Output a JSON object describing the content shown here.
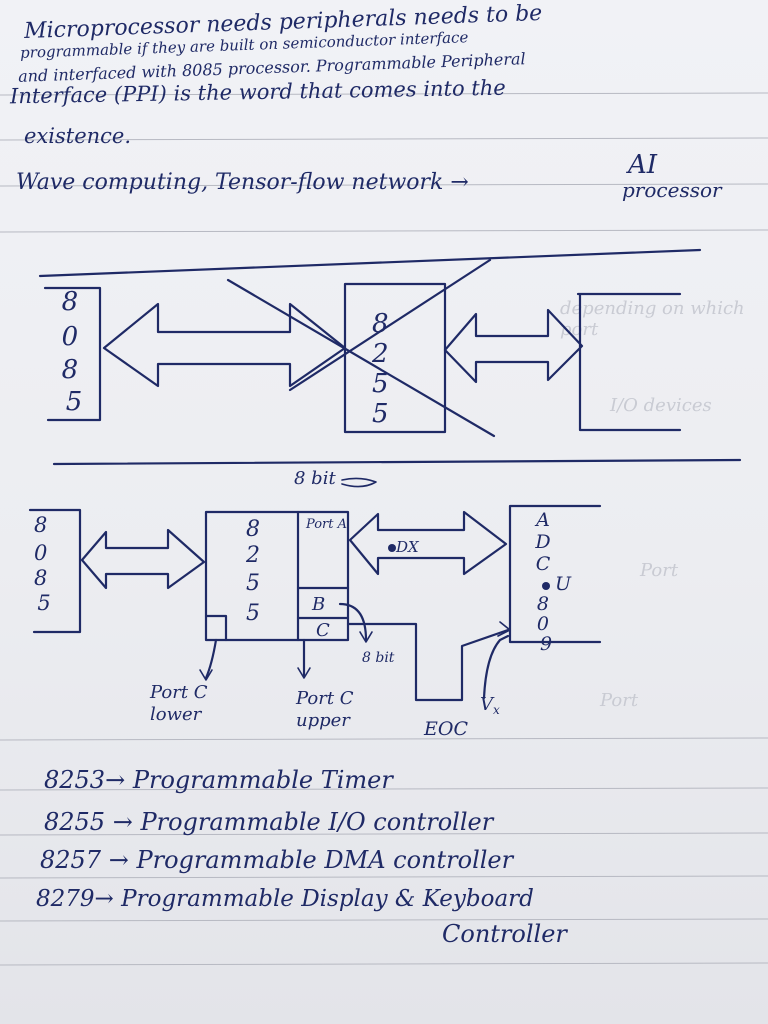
{
  "notes": {
    "intro_line_1": "Microprocessor needs peripherals needs to be",
    "intro_line_2": "programmable if they are built on semiconductor interface",
    "intro_line_3": "and interfaced with 8085 processor. Programmable Peripheral",
    "intro_line_4": "Interface (PPI) is the word that comes into the",
    "intro_line_5": "existence.",
    "wave_line": "Wave computing, Tensor-flow network →",
    "ai_label": "AI",
    "ai_sub": "processor"
  },
  "diagram1": {
    "cpu_label": [
      "8",
      "0",
      "8",
      "5"
    ],
    "ppi_label": [
      "8",
      "2",
      "5",
      "5"
    ]
  },
  "diagram2": {
    "cpu_label": [
      "8",
      "0",
      "8",
      "5"
    ],
    "ppi_label": [
      "8",
      "2",
      "5",
      "5"
    ],
    "port_a": "Port A",
    "port_b": "B",
    "port_c": "C",
    "bus_top": "8 bit",
    "bus_mid": "DX",
    "bus_low": "8 bit",
    "adc_label": [
      "A",
      "D",
      "C",
      "U",
      "8",
      "0",
      "9"
    ],
    "port_c_lower": [
      "Port C",
      "lower"
    ],
    "port_c_upper": [
      "Port C",
      "upper"
    ],
    "eoc": "EOC",
    "vx": "V",
    "vx_sub": "x"
  },
  "chip_list": [
    {
      "code": "8253",
      "arrow": "→",
      "desc": "Programmable Timer"
    },
    {
      "code": "8255",
      "arrow": "→",
      "desc": "Programmable I/O controller"
    },
    {
      "code": "8257",
      "arrow": "→",
      "desc": "Programmable DMA controller"
    },
    {
      "code": "8279",
      "arrow": "→",
      "desc": "Programmable Display & Keyboard"
    }
  ],
  "chip_list_cont": "Controller"
}
